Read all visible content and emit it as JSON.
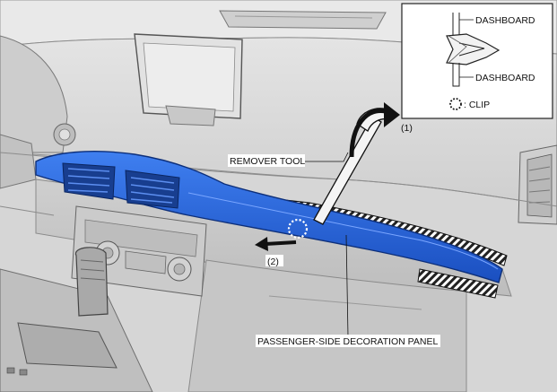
{
  "inset": {
    "label_top": "DASHBOARD",
    "label_bottom": "DASHBOARD",
    "legend_label": ": CLIP"
  },
  "callouts": {
    "step_1": "(1)",
    "step_2": "(2)",
    "tool": "REMOVER TOOL",
    "panel": "PASSENGER-SIDE DECORATION PANEL"
  },
  "colors": {
    "panel_blue": "#1f5ed8",
    "panel_blue_dark": "#123d96",
    "interior_grey": "#d9d9d9",
    "line_dark": "#3a3a3a"
  }
}
